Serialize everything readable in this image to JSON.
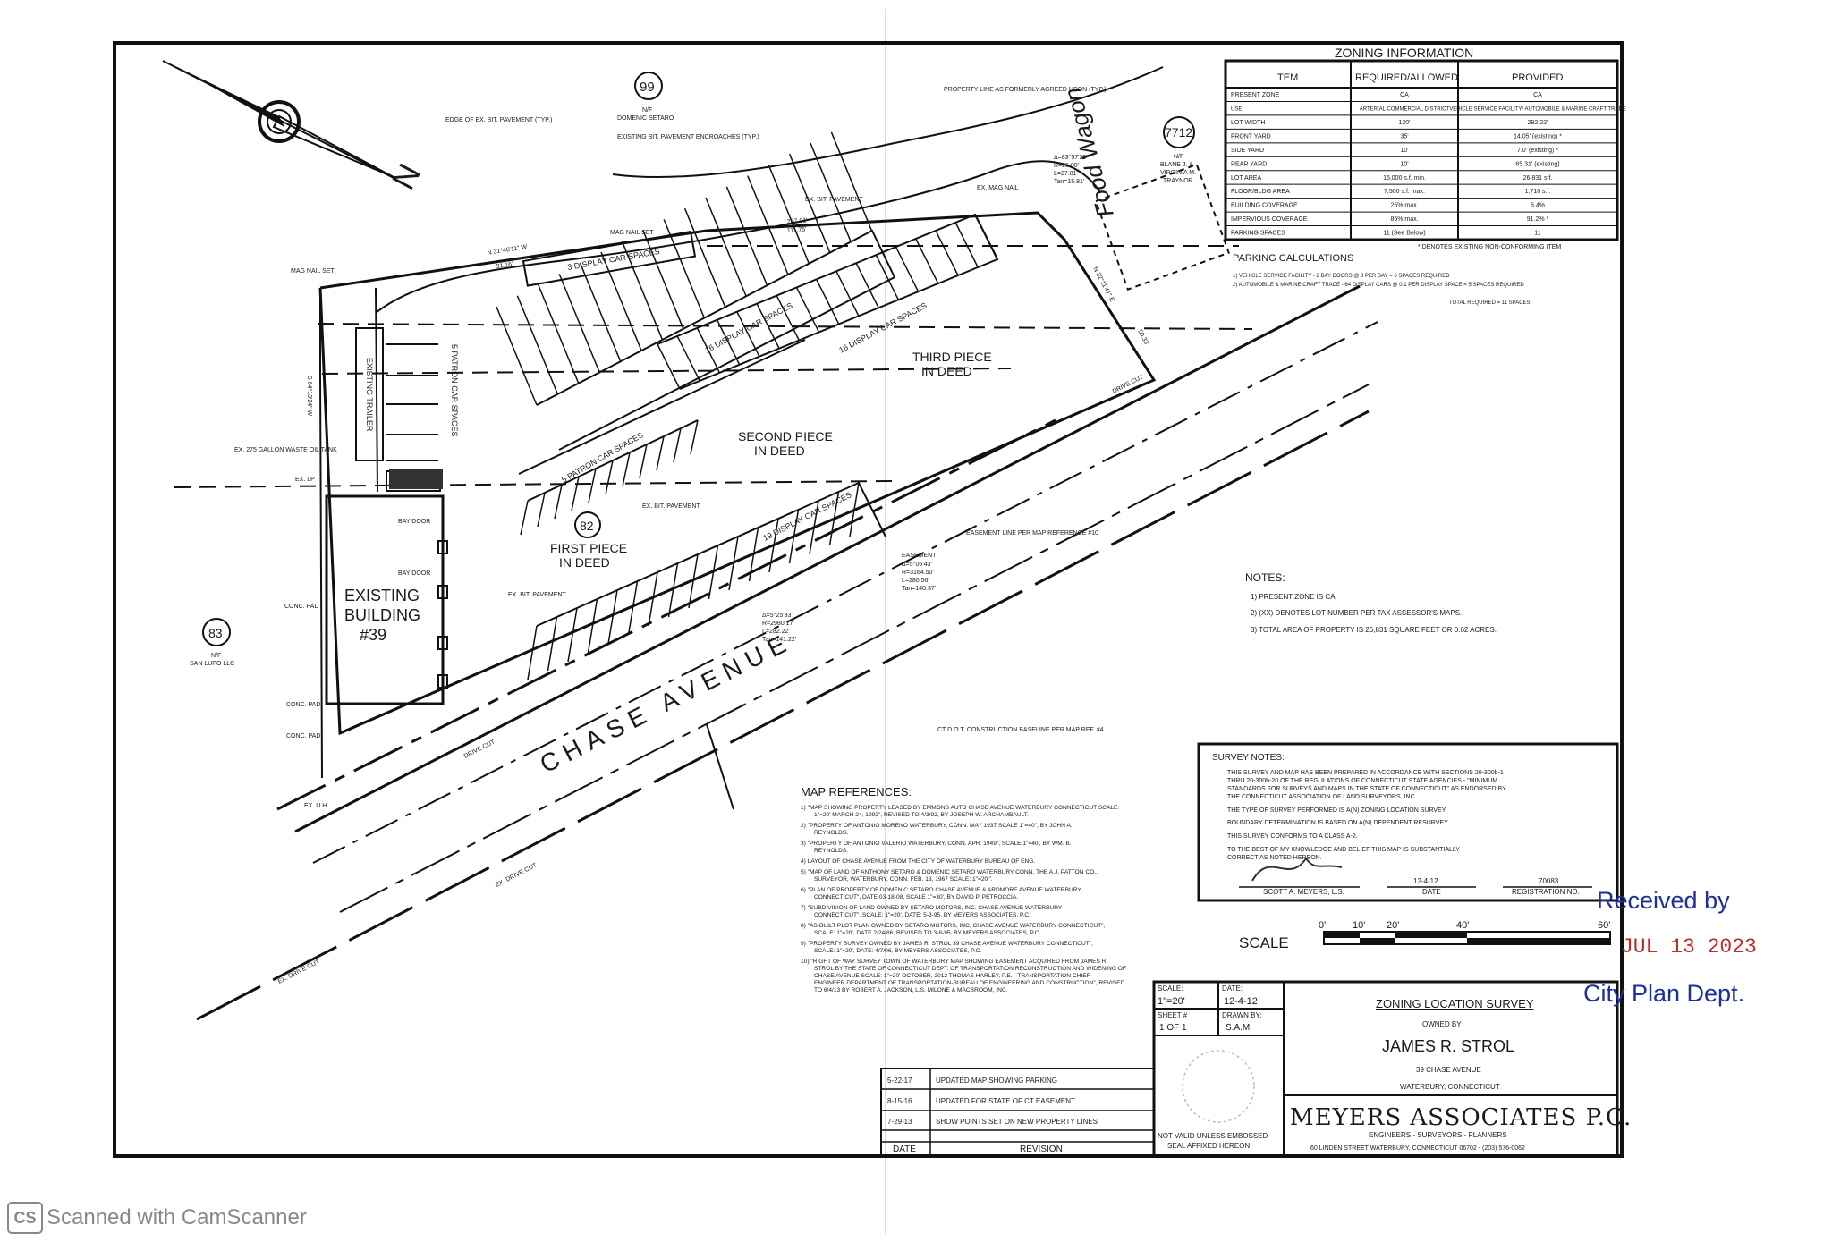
{
  "zoning": {
    "title": "ZONING  INFORMATION",
    "headers": [
      "ITEM",
      "REQUIRED/ALLOWED",
      "PROVIDED"
    ],
    "rows": [
      [
        "PRESENT ZONE",
        "CA",
        "CA"
      ],
      [
        "USE",
        "ARTERIAL COMMERCIAL DISTRICT",
        "VEHICLE SERVICE FACILITY/ AUTOMOBILE & MARINE CRAFT TRADE"
      ],
      [
        "LOT WIDTH",
        "120'",
        "292.22'"
      ],
      [
        "FRONT YARD",
        "35'",
        "14.05' (existing) *"
      ],
      [
        "SIDE YARD",
        "10'",
        "7.0' (existing) *"
      ],
      [
        "REAR YARD",
        "10'",
        "65.31' (existing)"
      ],
      [
        "LOT AREA",
        "15,000 s.f. min.",
        "26,831 s.f."
      ],
      [
        "FLOOR/BLDG AREA",
        "7,500 s.f. max.",
        "1,710 s.f."
      ],
      [
        "BUILDING COVERAGE",
        "25% max.",
        "6.4%"
      ],
      [
        "IMPERVIOUS COVERAGE",
        "85% max.",
        "91.2% *"
      ],
      [
        "PARKING SPACES",
        "11 (See Below)",
        "11"
      ]
    ],
    "footnote": "* DENOTES EXISTING NON-CONFORMING ITEM"
  },
  "parking": {
    "title": "PARKING CALCULATIONS",
    "lines": [
      "1) VEHICLE SERVICE FACILITY - 2 BAY DOORS @ 3 PER BAY = 6 SPACES REQUIRED",
      "2) AUTOMOBILE & MARINE CRAFT TRADE - 64 DISPLAY CARS @ 0.1 PER DISPLAY SPACE = 5 SPACES REQUIRED",
      "TOTAL REQUIRED = 11 SPACES"
    ]
  },
  "notes": {
    "title": "NOTES:",
    "items": [
      "1) PRESENT ZONE IS CA.",
      "2) (XX) DENOTES LOT NUMBER PER TAX ASSESSOR'S MAPS.",
      "3) TOTAL AREA OF PROPERTY IS 26,831 SQUARE FEET OR 0.62 ACRES."
    ]
  },
  "survey_notes": {
    "title": "SURVEY NOTES:",
    "lines": [
      "THIS SURVEY AND MAP HAS BEEN PREPARED IN ACCORDANCE WITH SECTIONS 20-300b-1",
      "THRU 20-300b-20 OF THE REGULATIONS OF CONNECTICUT STATE AGENCIES - \"MINIMUM",
      "STANDARDS FOR SURVEYS AND MAPS IN THE STATE OF CONNECTICUT\" AS ENDORSED BY",
      "THE CONNECTICUT ASSOCIATION OF LAND SURVEYORS, INC.",
      "THE TYPE OF SURVEY PERFORMED IS A(N) ZONING LOCATION SURVEY.",
      "BOUNDARY DETERMINATION IS BASED ON A(N) DEPENDENT RESURVEY.",
      "THIS SURVEY CONFORMS TO A CLASS A-2.",
      "TO THE BEST OF MY KNOWLEDGE AND BELIEF THIS MAP IS SUBSTANTIALLY",
      "CORRECT AS NOTED HEREON."
    ],
    "surveyor": "SCOTT A. MEYERS, L.S.",
    "date_value": "12-4-12",
    "date_label": "DATE",
    "reg_value": "70083",
    "reg_label": "REGISTRATION NO."
  },
  "scale_bar": {
    "label": "SCALE",
    "ticks": [
      "0'",
      "10'",
      "20'",
      "40'",
      "60'"
    ]
  },
  "map_refs": {
    "title": "MAP REFERENCES:",
    "items": [
      "1) \"MAP SHOWING PROPERTY LEASED BY EMMONS AUTO CHASE AVENUE WATERBURY CONNECTICUT SCALE: 1\"=20' MARCH 24, 1992\", REVISED TO 4/3/92, BY JOSEPH W. ARCHAMBAULT.",
      "2) \"PROPERTY OF ANTONIO MORENO WATERBURY, CONN. MAY 1937 SCALE 1\"=40\", BY JOHN A. REYNOLDS.",
      "3) \"PROPERTY OF ANTONIO VALERIO WATERBURY, CONN. APR. 1949\", SCALE 1\"=40', BY WM. B. REYNOLDS.",
      "4) LAYOUT OF CHASE AVENUE FROM THE CITY OF WATERBURY BUREAU OF ENG.",
      "5) \"MAP OF LAND OF ANTHONY SETARO & DOMENIC SETARO WATERBURY CONN. THE A.J. PATTON CO., SURVEYOR, WATERBURY, CONN. FEB. 13, 1967 SCALE: 1\"=20'\".",
      "6) \"PLAN OF PROPERTY OF DOMENIC SETARO CHASE AVENUE & ARDMORE AVENUE WATERBURY, CONNECTICUT\", DATE 03-18-08, SCALE 1\"=30', BY DAVID P. PETROCCIA.",
      "7) \"SUBDIVISION OF LAND OWNED BY SETARO MOTORS, INC. CHASE AVENUE WATERBURY CONNECTICUT\", SCALE: 1\"=20', DATE: 5-3-95, BY MEYERS ASSOCIATES, P.C.",
      "8) \"AS-BUILT PLOT PLAN OWNED BY SETARO MOTORS, INC. CHASE AVENUE WATERBURY CONNECTICUT\", SCALE: 1\"=20', DATE 2/24/86, REVISED TO 3-8-95, BY MEYERS ASSOCIATES, P.C.",
      "9) \"PROPERTY SURVEY OWNED BY JAMES R. STROL 39 CHASE AVENUE WATERBURY CONNECTICUT\", SCALE: 1\"=20', DATE: 4/7/06, BY MEYERS ASSOCIATES, P.C.",
      "10) \"RIGHT OF WAY SURVEY TOWN OF WATERBURY MAP SHOWING EASEMENT ACQUIRED FROM JAMES R. STROL BY THE STATE OF CONNECTICUT DEPT. OF TRANSPORTATION RECONSTRUCTION AND WIDENING OF CHASE AVENUE SCALE: 1\"=20' OCTOBER, 2012 THOMAS HARLEY, P.E. - TRANSPORTATION CHIEF ENGINEER DEPARTMENT OF TRANSPORTATION-BUREAU OF ENGINEERING AND CONSTRUCTION\", REVISED TO 6/4/13 BY ROBERT A. JACKSON, L.S. MILONE & MACBROOM, INC."
    ]
  },
  "title_block": {
    "scale_label": "SCALE:",
    "scale_value": "1\"=20'",
    "date_label": "DATE:",
    "date_value": "12-4-12",
    "sheet_label": "SHEET #",
    "sheet_value": "1 OF 1",
    "drawn_label": "DRAWN BY:",
    "drawn_value": "S.A.M.",
    "survey_title": "ZONING LOCATION SURVEY",
    "owned_by": "OWNED BY",
    "owner": "JAMES R. STROL",
    "address": "39 CHASE AVENUE",
    "city": "WATERBURY, CONNECTICUT",
    "seal_note_1": "NOT VALID UNLESS EMBOSSED",
    "seal_note_2": "SEAL AFFIXED HEREON",
    "firm": "MEYERS ASSOCIATES P.C.",
    "firm_sub": "ENGINEERS  -  SURVEYORS  -  PLANNERS",
    "firm_addr": "60 LINDEN STREET  WATERBURY, CONNECTICUT 06702 - (203) 576-0062",
    "revisions": [
      {
        "date": "5-22-17",
        "text": "UPDATED MAP SHOWING PARKING"
      },
      {
        "date": "8-15-16",
        "text": "UPDATED FOR STATE OF CT EASEMENT"
      },
      {
        "date": "7-29-13",
        "text": "SHOW POINTS SET ON NEW PROPERTY LINES"
      }
    ],
    "rev_date_header": "DATE",
    "rev_header": "REVISION"
  },
  "map": {
    "street": "CHASE  AVENUE",
    "lot99": "99",
    "lot99_owner_1": "N/F",
    "lot99_owner_2": "DOMENIC SETARO",
    "lot7712": "7712",
    "lot7712_owner_1": "N/F",
    "lot7712_owner_2": "BLANE J. &",
    "lot7712_owner_3": "VIRGINIA M.",
    "lot7712_owner_4": "TRAYNOR",
    "lot83": "83",
    "lot83_owner_1": "N/F",
    "lot83_owner_2": "SAN LUPO LLC",
    "lot82": "82",
    "building_1": "EXISTING",
    "building_2": "BUILDING",
    "building_3": "#39",
    "bay_door": "BAY DOOR",
    "first_piece_1": "FIRST PIECE",
    "first_piece_2": "IN DEED",
    "second_piece_1": "SECOND PIECE",
    "second_piece_2": "IN DEED",
    "third_piece_1": "THIRD PIECE",
    "third_piece_2": "IN DEED",
    "display_3": "3 DISPLAY CAR SPACES",
    "display_16a": "16 DISPLAY CAR SPACES",
    "display_16b": "16 DISPLAY CAR SPACES",
    "display_19": "19 DISPLAY CAR SPACES",
    "patron_5a": "5 PATRON CAR SPACES",
    "patron_5b": "5 PATRON CAR SPACES",
    "trailer": "EXISTING TRAILER",
    "edge_pavement": "EDGE OF EX. BIT. PAVEMENT (TYP.)",
    "pavement_encroach": "EXISTING BIT. PAVEMENT ENCROACHES (TYP.)",
    "property_line": "PROPERTY LINE AS FORMERLY AGREED UPON (TYP.)",
    "ex_bit_pavement": "EX. BIT. PAVEMENT",
    "mag_nail_set": "MAG NAIL SET",
    "ex_mag_nail": "EX. MAG NAIL",
    "curve1": [
      "Δ=83°57'22\"",
      "R=25.00'",
      "L=27.81'",
      "Tan=15.81'"
    ],
    "curve2": [
      "Δ=5°06'43\"",
      "R=3164.50'",
      "L=280.56'",
      "Tan=140.37'"
    ],
    "curve3": [
      "Δ=5°25'33\"",
      "R=2980.17'",
      "L=282.22'",
      "Tan=141.22'"
    ],
    "easement": "EASEMENT",
    "easement_line": "EASEMENT LINE PER MAP REFERENCE #10",
    "baseline": "CT D.O.T. CONSTRUCTION BASELINE PER MAP REF. #4",
    "waste_tank": "EX. 275 GALLON WASTE OIL TANK",
    "ex_lp": "EX. LP",
    "ex_uh": "EX. U.H.",
    "conc_pad": "CONC. PAD",
    "drive_cut": "DRIVE CUT",
    "ex_drive_cut": "EX. DRIVE CUT",
    "bearing1": "N 31°46'11\" W",
    "dist1a": "207.91'",
    "dist1b": "111.75'",
    "dist1c": "91.16'",
    "bearing2": "S 64°13'24\" W",
    "bearing3": "N 32°11'41\" E",
    "dist3": "50.33'",
    "food_truck": "Food Wagon",
    "north": "N"
  },
  "stamp": {
    "line1": "Received by",
    "line2": "JUL 13 2023",
    "line3": "City Plan Dept."
  },
  "scanner": {
    "badge": "CS",
    "text": "Scanned with CamScanner"
  }
}
